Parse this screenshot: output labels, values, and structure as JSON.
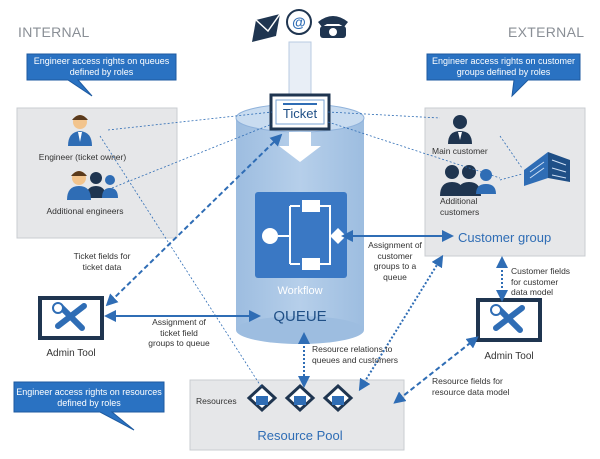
{
  "headers": {
    "internal": "INTERNAL",
    "external": "EXTERNAL"
  },
  "callouts": {
    "engineer_queues": "Engineer access rights on queues defined by roles",
    "customer_groups": "Engineer access rights on customer groups defined by roles",
    "resources": "Engineer access rights on resources defined by roles"
  },
  "internal_box": {
    "engineer_owner": "Engineer (ticket owner)",
    "additional_engineers": "Additional engineers"
  },
  "external_box": {
    "main_customer": "Main customer",
    "additional_customers": "Additional customers",
    "customer_group": "Customer group"
  },
  "queue": {
    "ticket": "Ticket",
    "workflow": "Workflow",
    "queue_label": "QUEUE"
  },
  "admin_tools": {
    "left": "Admin Tool",
    "right": "Admin Tool"
  },
  "resource_pool": {
    "resources_label": "Resources",
    "title": "Resource Pool"
  },
  "annotations": {
    "ticket_fields": "Ticket fields for ticket data",
    "assign_ticket_fields": "Assignment of ticket field groups to queue",
    "assign_customer_groups": "Assignment of customer groups to a queue",
    "customer_fields": "Customer fields for customer data model",
    "resource_relations": "Resource relations to queues and customers",
    "resource_fields": "Resource fields for resource data model"
  },
  "channel_icons": [
    "envelope-icon",
    "at-sign-icon",
    "telephone-icon"
  ],
  "colors": {
    "accent_blue": "#2f6db5",
    "callout_blue": "#2a72c2",
    "cylinder": "#a9c5e4",
    "box_grey": "#e6e7e9"
  }
}
